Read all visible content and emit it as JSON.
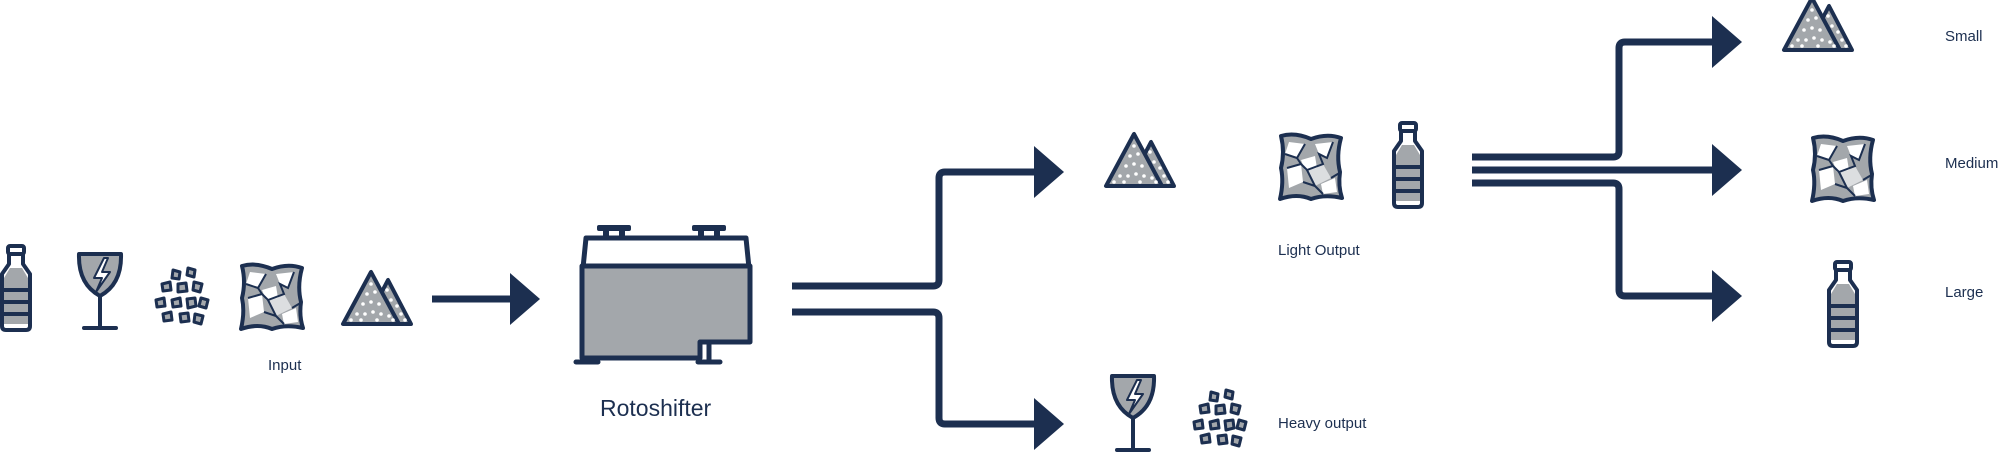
{
  "labels": {
    "input": "Input",
    "machine": "Rotoshifter",
    "light_output": "Light Output",
    "heavy_output": "Heavy output",
    "small": "Small",
    "medium": "Medium",
    "large": "Large"
  },
  "colors": {
    "navy": "#1c2f50",
    "gray": "#a3a7ab",
    "light_gray": "#dcdee0",
    "white": "#ffffff"
  },
  "icons": {
    "bottle": "bottle-icon",
    "glass": "broken-glass-icon",
    "gravel": "gravel-icon",
    "crumpled": "crumpled-material-icon",
    "sand": "sand-pile-icon",
    "machine": "rotoshifter-machine-icon"
  }
}
